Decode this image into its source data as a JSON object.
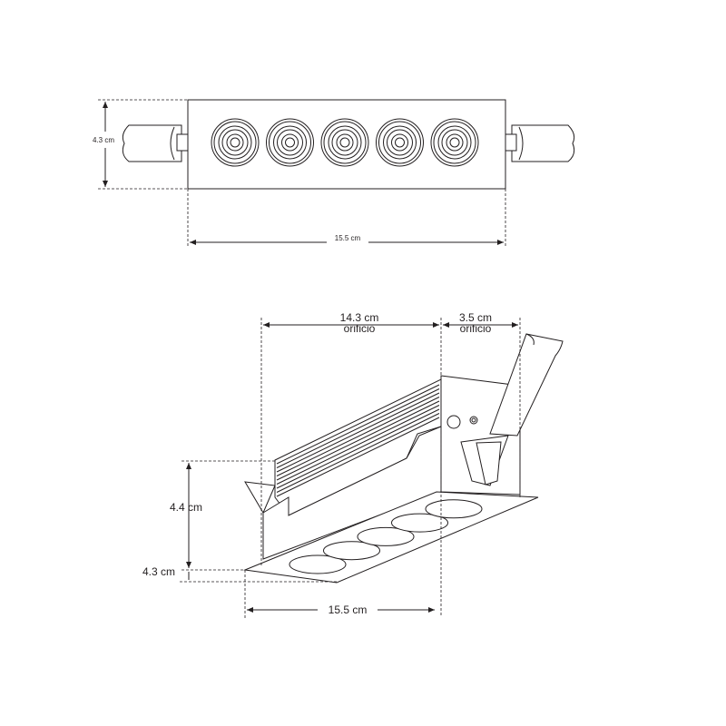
{
  "top_view": {
    "height_label": "4.3 cm",
    "width_label": "15.5 cm",
    "lens_count": 5
  },
  "iso_view": {
    "cutout_length_label": "14.3 cm",
    "cutout_length_sub": "orificio",
    "clip_depth_label": "3.5 cm",
    "clip_depth_sub": "orificio",
    "body_height_label": "4.4 cm",
    "trim_height_label": "4.3 cm",
    "width_label": "15.5 cm"
  },
  "colors": {
    "line": "#231f20",
    "background": "#ffffff"
  }
}
